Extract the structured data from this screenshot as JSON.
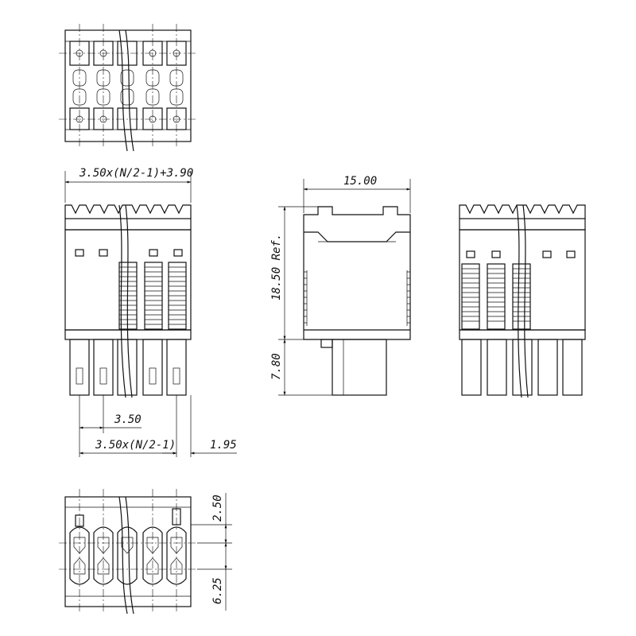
{
  "dimensions": {
    "overall_width": "3.50x(N/2-1)+3.90",
    "depth": "15.00",
    "height_ref": "18.50 Ref.",
    "pin_length": "7.80",
    "pitch": "3.50",
    "pitch_total": "3.50x(N/2-1)",
    "edge_offset": "1.95",
    "row_spacing_top": "2.50",
    "row_spacing_bottom": "6.25"
  }
}
